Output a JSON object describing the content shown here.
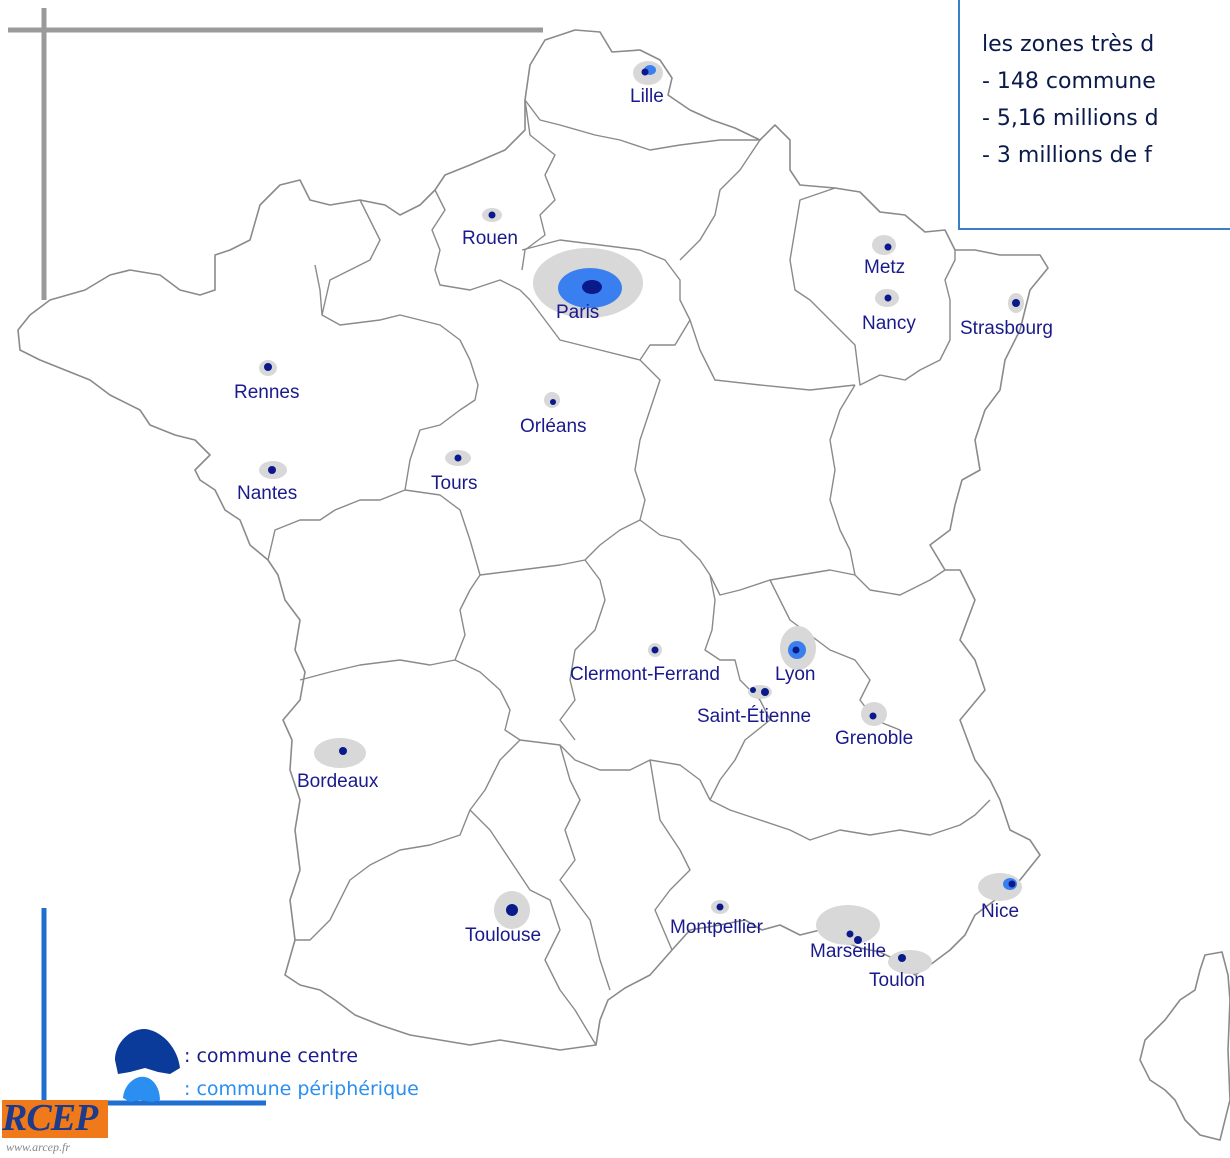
{
  "info_box": {
    "lines": [
      "les zones très d",
      "- 148 commune",
      "- 5,16 millions d",
      "- 3 millions de f"
    ]
  },
  "cities": [
    {
      "name": "Lille",
      "size": "m"
    },
    {
      "name": "Rouen",
      "size": "s"
    },
    {
      "name": "Paris",
      "size": "xl"
    },
    {
      "name": "Metz",
      "size": "s"
    },
    {
      "name": "Nancy",
      "size": "s"
    },
    {
      "name": "Strasbourg",
      "size": "s"
    },
    {
      "name": "Rennes",
      "size": "s"
    },
    {
      "name": "Orléans",
      "size": "s"
    },
    {
      "name": "Nantes",
      "size": "m"
    },
    {
      "name": "Tours",
      "size": "m"
    },
    {
      "name": "Clermont-Ferrand",
      "size": "s"
    },
    {
      "name": "Lyon",
      "size": "l"
    },
    {
      "name": "Saint-Étienne",
      "size": "m"
    },
    {
      "name": "Grenoble",
      "size": "m"
    },
    {
      "name": "Bordeaux",
      "size": "l"
    },
    {
      "name": "Toulouse",
      "size": "l"
    },
    {
      "name": "Montpellier",
      "size": "s"
    },
    {
      "name": "Marseille",
      "size": "l"
    },
    {
      "name": "Toulon",
      "size": "m"
    },
    {
      "name": "Nice",
      "size": "m"
    }
  ],
  "legend": {
    "centre_label": ": commune centre",
    "peripherique_label": ": commune périphérique",
    "centre_color": "#0a3a9a",
    "peripherique_color": "#2a8ff0"
  },
  "logo": {
    "text": "RCEP",
    "url_text": "www.arcep.fr"
  },
  "colors": {
    "centre": "#0a1a8a",
    "peripherique": "#3a7ff0",
    "zone": "#d8d8d8",
    "borders": "#8a8a8a",
    "label": "#1a1a8c",
    "frame_gray": "#9a9a9a",
    "frame_blue": "#1e6fd0"
  }
}
